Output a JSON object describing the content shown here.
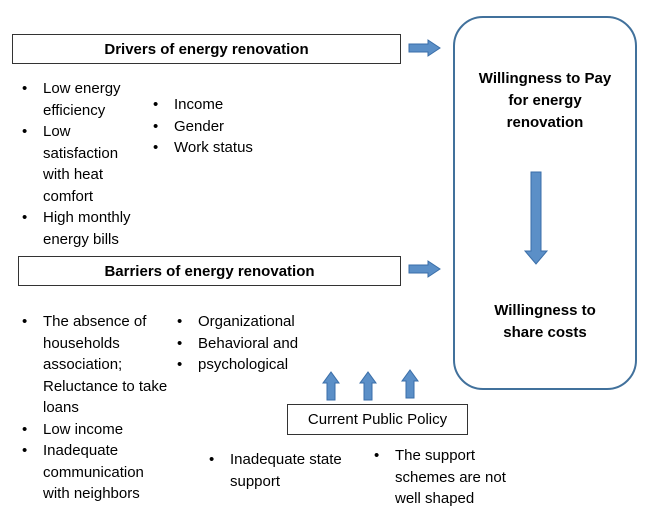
{
  "drivers": {
    "title": "Drivers of energy renovation",
    "col1": [
      {
        "text": "Low energy efficiency"
      },
      {
        "text": "Low satisfaction with heat comfort"
      },
      {
        "text": "High monthly energy bills"
      }
    ],
    "col2": [
      {
        "text": "Income"
      },
      {
        "text": "Gender"
      },
      {
        "text": "Work status"
      }
    ]
  },
  "barriers": {
    "title": "Barriers of energy renovation",
    "col1": [
      {
        "text": "The absence of households association; Reluctance to take loans"
      },
      {
        "text": "Low income"
      },
      {
        "text": "Inadequate communication with neighbors"
      }
    ],
    "col2": [
      {
        "text": "Organizational"
      },
      {
        "text": "Behavioral and"
      },
      {
        "text": "psychological"
      }
    ]
  },
  "outcome": {
    "wtp": "Willingness to Pay for energy renovation",
    "wts": "Willingness to share costs"
  },
  "policy": {
    "title": "Current Public Policy",
    "items": [
      {
        "text": "Inadequate state support"
      },
      {
        "text": "The support schemes are not well shaped"
      }
    ]
  },
  "colors": {
    "arrow_fill": "#5b8fc7",
    "arrow_stroke": "#3a6ea8",
    "outcome_border": "#41719c"
  }
}
